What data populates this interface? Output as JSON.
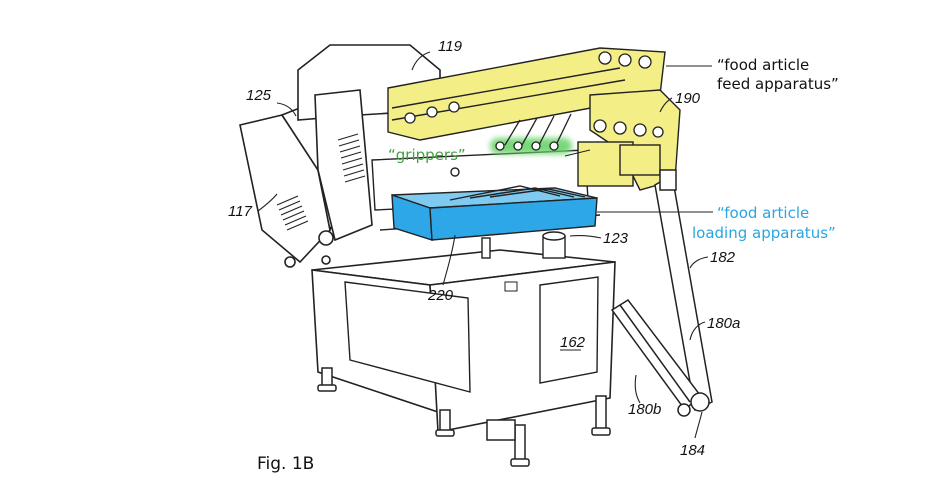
{
  "figure": {
    "caption": "Fig. 1B",
    "reference_numerals": {
      "r119": "119",
      "r125": "125",
      "r190": "190",
      "r117": "117",
      "r123": "123",
      "r182": "182",
      "r220": "220",
      "r180a": "180a",
      "r162": "162",
      "r180b": "180b",
      "r184": "184"
    },
    "annotations": {
      "feed_line1": "“food article",
      "feed_line2": "feed apparatus”",
      "grippers": "“grippers”",
      "loading_line1": "“food article",
      "loading_line2": "loading apparatus”"
    },
    "colors": {
      "feed_apparatus": "#f3ee86",
      "loading_apparatus": "#2ea7e8",
      "grippers_glow": "#6ad36a",
      "grippers_text": "#3fa33f",
      "loading_text": "#2aa5e0",
      "line_art": "#222222"
    }
  }
}
